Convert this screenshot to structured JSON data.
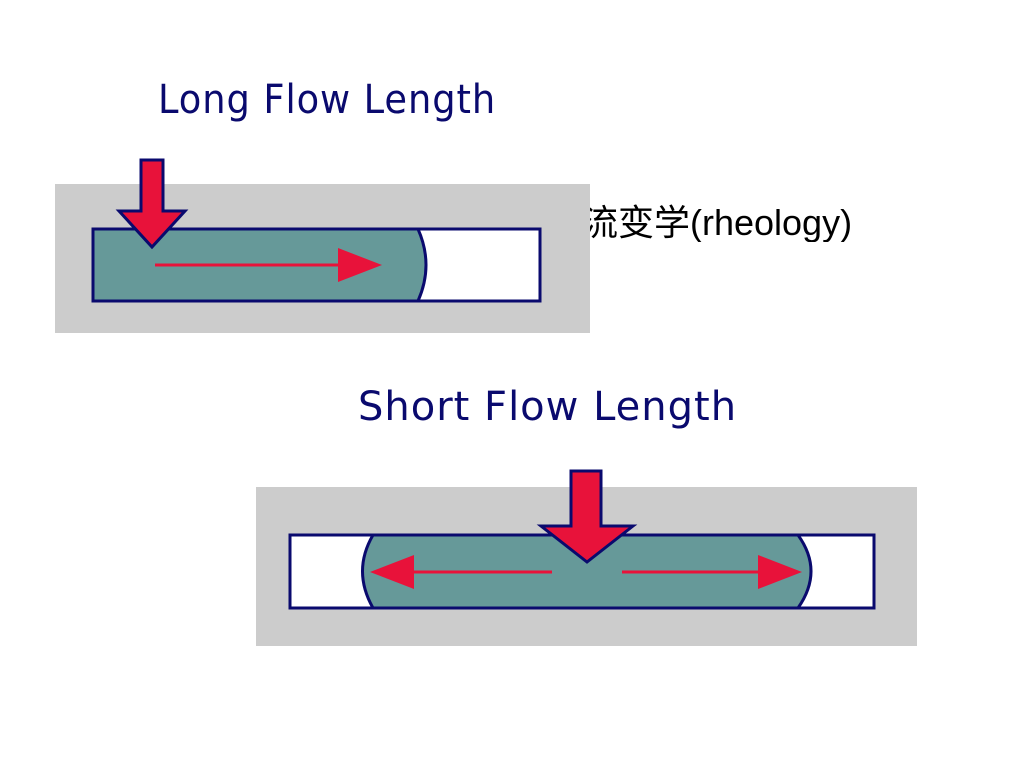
{
  "diagrams": {
    "long": {
      "title": "Long Flow Length"
    },
    "short": {
      "title": "Short Flow Length"
    }
  },
  "caption": "流变学(rheology)",
  "colors": {
    "panel": "#cccccc",
    "channel_fill": "#ffffff",
    "outline": "#0a0a6e",
    "melt": "#669999",
    "arrow": "#e8123a",
    "title_text": "#0a0a6e"
  }
}
